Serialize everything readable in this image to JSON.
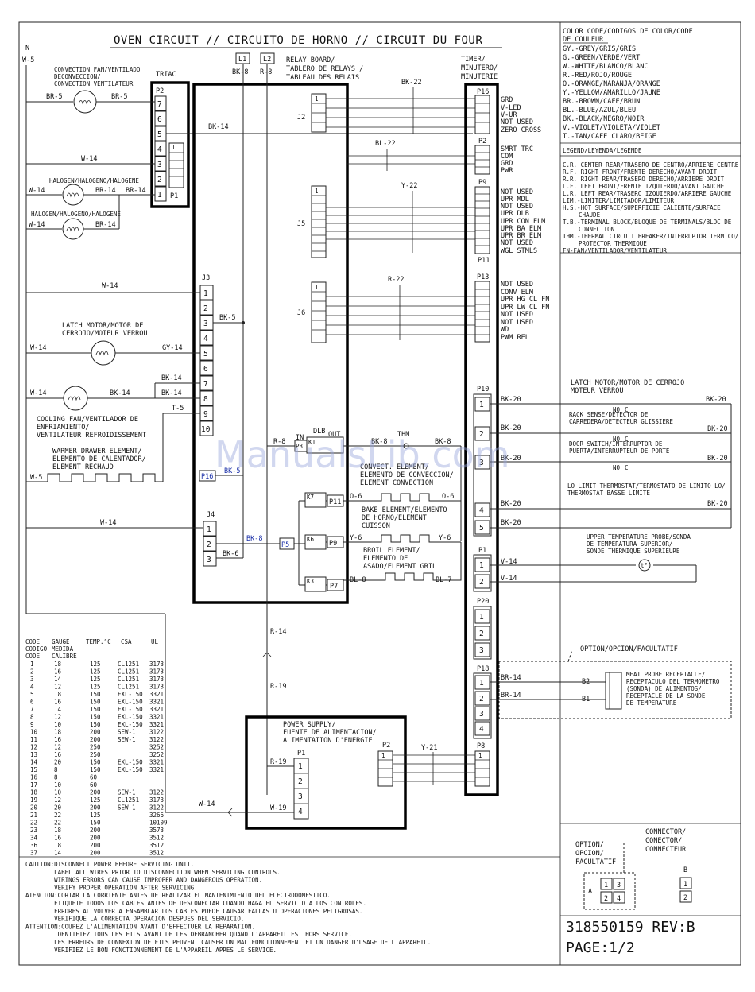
{
  "title": "OVEN CIRCUIT // CIRCUITO DE HORNO // CIRCUIT DU FOUR",
  "left_bus": {
    "n": "N",
    "w5": "W-5"
  },
  "relay_board": {
    "l1": "L1",
    "l2": "L2",
    "bk8": "BK-8",
    "r8": "R-8",
    "label1": "RELAY BOARD/",
    "label2": "TABLERO DE RELAYS /",
    "label3": "TABLEAU DES RELAIS"
  },
  "timer": {
    "label1": "TIMER/",
    "label2": "MINUTERO/",
    "label3": "MINUTERIE"
  },
  "triac": {
    "label": "TRIAC",
    "p2": "P2",
    "p1": "P1",
    "pins": [
      "7",
      "6",
      "5",
      "4",
      "3",
      "2",
      "1"
    ],
    "p1_pin": "1"
  },
  "wires": {
    "br5a": "BR-5",
    "br5b": "BR-5",
    "w14_triac": "W-14",
    "bk14_triac": "BK-14",
    "w14_h1": "W-14",
    "br14_h1": "BR-14",
    "br14_h1b": "BR-14",
    "w14_h2": "W-14",
    "br14_h2": "BR-14",
    "bk22": "BK-22",
    "bl22": "BL-22",
    "y22": "Y-22",
    "r22": "R-22",
    "w14_j3": "W-14",
    "bk5_j3": "BK-5",
    "w14_latch": "W-14",
    "gy14": "GY-14",
    "bk14_fan1": "BK-14",
    "w14_fan": "W-14",
    "bk14_fan2": "BK-14",
    "bk14_fan3": "BK-14",
    "t5": "T-5",
    "w5_warm": "W-5",
    "bk5_p16": "BK-5",
    "w14_j4": "W-14",
    "bk8_j4": "BK-8",
    "bk6": "BK-6",
    "r8_dlb": "R-8",
    "bk8_thm1": "BK-8",
    "bk8_thm2": "BK-8",
    "o6a": "O-6",
    "o6b": "O-6",
    "y6a": "Y-6",
    "y6b": "Y-6",
    "bl8": "BL-8",
    "bl7": "BL-7",
    "r14": "R-14",
    "r19a": "R-19",
    "r19b": "R-19",
    "w19": "W-19",
    "w14_bottom": "W-14",
    "y21": "Y-21"
  },
  "components": {
    "conv_fan": [
      "CONVECTION FAN/VENTILADO",
      "DECONVECCION/",
      "CONVECTION VENTILATEUR"
    ],
    "halogen1": "HALOGEN/HALOGENO/HALOGENE",
    "halogen2": "HALOGEN/HALOGENO/HALOGENE",
    "latch_motor": [
      "LATCH MOTOR/MOTOR DE",
      "CERROJO/MOTEUR VERROU"
    ],
    "cooling_fan": [
      "COOLING FAN/VENTILADOR DE",
      "ENFRIAMIENTO/",
      "VENTILATEUR REFROIDISSEMENT"
    ],
    "warmer": [
      "WARMER DRAWER ELEMENT/",
      "ELEMENTO DE CALENTADOR/",
      "ELEMENT RECHAUD"
    ],
    "conv_elem": [
      "CONVECT. ELEMENT/",
      "ELEMENTO DE CONVECCION/",
      "ELEMENT CONVECTION"
    ],
    "bake_elem": [
      "BAKE ELEMENT/ELEMENTO",
      "DE HORNO/ELEMENT",
      "CUISSON"
    ],
    "broil_elem": [
      "BROIL ELEMENT/",
      "ELEMENTO DE",
      "ASADO/ELEMENT GRIL"
    ],
    "power_supply": [
      "POWER SUPPLY/",
      "FUENTE DE ALIMENTACION/",
      "ALIMENTATION D'ENERGIE"
    ]
  },
  "relay_conn": {
    "j2": "J2",
    "j5": "J5",
    "j6": "J6",
    "j3": "J3",
    "j4": "J4",
    "one": "1",
    "j3_pins": [
      "1",
      "2",
      "3",
      "4",
      "5",
      "6",
      "7",
      "8",
      "9",
      "10"
    ],
    "j4_pins": [
      "1",
      "2",
      "3"
    ],
    "p16": "P16",
    "p5": "P5",
    "p11": "P11",
    "p9": "P9",
    "p7": "P7",
    "dlb": "DLB",
    "in": "IN",
    "out": "OUT",
    "p3": "P3",
    "thm": "THM",
    "k1": "K1",
    "k7": "K7",
    "k6": "K6",
    "k3": "K3"
  },
  "timer_conn": {
    "p16": "P16",
    "p16_labels": [
      "GRD",
      "V-LED",
      "V-UR",
      "NOT USED",
      "ZERO CROSS"
    ],
    "p2": "P2",
    "p2_labels": [
      "SMRT TRC",
      "COM",
      "GRD",
      "PWR"
    ],
    "p9": "P9",
    "p11": "P11",
    "p9_labels": [
      "NOT USED",
      "UPR MDL",
      "NOT USED",
      "UPR DLB",
      "UPR CON ELM",
      "UPR BA ELM",
      "UPR BR ELM",
      "NOT USED",
      "WGL STMLS"
    ],
    "p13": "P13",
    "p13_labels": [
      "NOT USED",
      "CONV ELM",
      "UPR HG CL FN",
      "UPR LW CL FN",
      "NOT USED",
      "NOT USED",
      "WD",
      "PWM REL"
    ],
    "p10": "P10",
    "p10_pins": [
      "1",
      "2",
      "3",
      "4",
      "5"
    ],
    "p1": "P1",
    "p1_pins": [
      "1",
      "2"
    ],
    "p20": "P20",
    "p20_pins": [
      "1",
      "2",
      "3"
    ],
    "p18": "P18",
    "p18_pins": [
      "1",
      "2",
      "3",
      "4"
    ],
    "p8": "P8",
    "one": "1"
  },
  "right_side": {
    "latch": [
      "LATCH MOTOR/MOTOR DE CERROJO",
      "MOTEUR VERROU"
    ],
    "rack": [
      "RACK SENSE/DETECTOR DE",
      "CARREDERA/DETECTEUR GLISSIERE"
    ],
    "door": [
      "DOOR SWITCH/INTERRUPTOR DE",
      "PUERTA/INTERRUPTEUR DE PORTE"
    ],
    "lolimit": [
      "LO LIMIT THERMOSTAT/TERMOSTATO DE LIMITO LO/",
      "THERMOSTAT BASSE LIMITE"
    ],
    "probe": [
      "UPPER TEMPERATURE PROBE/SONDA",
      "DE TEMPERATURA SUPERIOR/",
      "SONDE THERMIQUE SUPERIEURE"
    ],
    "bk20": "BK-20",
    "v14": "V-14",
    "no": "NO",
    "c": "C",
    "t": "t°",
    "option": "OPTION/OPCION/FACULTATIF",
    "meat": [
      "MEAT PROBE RECEPTACLE/",
      "RECEPTACULO DEL TERMOMETRO",
      "(SONDA) DE ALIMENTOS/",
      "RECEPTACLE DE LA SONDE",
      "DE TEMPERATURE"
    ],
    "br14": "BR-14",
    "b2": "B2",
    "b1": "B1"
  },
  "color_codes": {
    "title1": "COLOR CODE/CODIGOS DE COLOR/CODE",
    "title2": "DE COULEUR",
    "items": [
      "GY.-GREY/GRIS/GRIS",
      "G.-GREEN/VERDE/VERT",
      "W.-WHITE/BLANCO/BLANC",
      "R.-RED/ROJO/ROUGE",
      "O.-ORANGE/NARANJA/ORANGE",
      "Y.-YELLOW/AMARILLO/JAUNE",
      "BR.-BROWN/CAFE/BRUN",
      "BL.-BLUE/AZUL/BLEU",
      "BK.-BLACK/NEGRO/NOIR",
      "V.-VIOLET/VIOLETA/VIOLET",
      "T.-TAN/CAFE CLARO/BEIGE"
    ]
  },
  "legend": {
    "title": "LEGEND/LEYENDA/LEGENDE",
    "items": [
      "C.R. CENTER REAR/TRASERO DE CENTRO/ARRIERE CENTRE",
      "R.F. RIGHT FRONT/FRENTE DERECHO/AVANT DROIT",
      "R.R. RIGHT REAR/TRASERO DERECHO/ARRIERE DROIT",
      "L.F. LEFT FRONT/FRENTE IZQUIERDO/AVANT GAUCHE",
      "L.R. LEFT REAR/TRASERO IZQUIERDO/ARRIERE GAUCHE",
      "LIM.-LIMITER/LIMITADOR/LIMITEUR",
      "H.S.-HOT SURFACE/SUPERFICIE CALIENTE/SURFACE",
      "CHAUDE",
      "T.B.-TERMINAL BLOCK/BLOQUE DE TERMINALS/BLOC DE",
      "CONNECTION",
      "THM.-THERMAL CIRCUIT BREAKER/INTERRUPTOR TERMICO/",
      "PROTECTOR THERMIQUE",
      "FN-FAN/VENTILADOR/VENTILATEUR"
    ]
  },
  "gauge_table": {
    "headers": [
      "CODE",
      "GAUGE",
      "TEMP.°C",
      "CSA",
      "UL"
    ],
    "subheaders": [
      [
        "CODIGO",
        "MEDIDA"
      ],
      [
        "CODE",
        "CALIBRE"
      ]
    ],
    "rows": [
      [
        "1",
        "18",
        "125",
        "CL1251",
        "3173"
      ],
      [
        "2",
        "16",
        "125",
        "CL1251",
        "3173"
      ],
      [
        "3",
        "14",
        "125",
        "CL1251",
        "3173"
      ],
      [
        "4",
        "12",
        "125",
        "CL1251",
        "3173"
      ],
      [
        "5",
        "18",
        "150",
        "EXL-150",
        "3321"
      ],
      [
        "6",
        "16",
        "150",
        "EXL-150",
        "3321"
      ],
      [
        "7",
        "14",
        "150",
        "EXL-150",
        "3321"
      ],
      [
        "8",
        "12",
        "150",
        "EXL-150",
        "3321"
      ],
      [
        "9",
        "10",
        "150",
        "EXL-150",
        "3321"
      ],
      [
        "10",
        "18",
        "200",
        "SEW-1",
        "3122"
      ],
      [
        "11",
        "16",
        "200",
        "SEW-1",
        "3122"
      ],
      [
        "12",
        "12",
        "250",
        "",
        "3252"
      ],
      [
        "13",
        "16",
        "250",
        "",
        "3252"
      ],
      [
        "14",
        "20",
        "150",
        "EXL-150",
        "3321"
      ],
      [
        "15",
        "8",
        "150",
        "EXL-150",
        "3321"
      ],
      [
        "16",
        "8",
        "60",
        "",
        ""
      ],
      [
        "17",
        "10",
        "60",
        "",
        ""
      ],
      [
        "18",
        "10",
        "200",
        "SEW-1",
        "3122"
      ],
      [
        "19",
        "12",
        "125",
        "CL1251",
        "3173"
      ],
      [
        "20",
        "20",
        "200",
        "SEW-1",
        "3122"
      ],
      [
        "21",
        "22",
        "125",
        "",
        "3266"
      ],
      [
        "22",
        "22",
        "150",
        "",
        "10109"
      ],
      [
        "23",
        "18",
        "200",
        "",
        "3573"
      ],
      [
        "34",
        "16",
        "200",
        "",
        "3512"
      ],
      [
        "36",
        "18",
        "200",
        "",
        "3512"
      ],
      [
        "37",
        "14",
        "200",
        "",
        "3512"
      ]
    ]
  },
  "caution": {
    "lines": [
      "CAUTION:DISCONNECT POWER BEFORE SERVICING UNIT.",
      "        LABEL ALL WIRES PRIOR TO DISCONNECTION WHEN SERVICING CONTROLS.",
      "        WIRINGS ERRORS CAN CAUSE IMPROPER AND DANGEROUS OPERATION.",
      "        VERIFY PROPER OPERATION AFTER SERVICING.",
      "ATENCION:CORTAR LA CORRIENTE ANTES DE REALIZAR EL MANTENIMIENTO DEL ELECTRODOMESTICO.",
      "        ETIQUETE TODOS LOS CABLES ANTES DE DESCONECTAR CUANDO HAGA EL SERVICIO A LOS CONTROLES.",
      "        ERRORES AL VOLVER A ENSAMBLAR LOS CABLES PUEDE CAUSAR FALLAS U OPERACIONES PELIGROSAS.",
      "        VERIFIQUE LA CORRECTA OPERACION DESPUES DEL SERVICIO.",
      "ATTENTION:COUPEZ L'ALIMENTATION AVANT D'EFFECTUER LA REPARATION.",
      "        IDENTIFIEZ TOUS LES FILS AVANT DE LES DEBRANCHER QUAND L'APPAREIL EST HORS SERVICE.",
      "        LES ERREURS DE CONNEXION DE FILS PEUVENT CAUSER UN MAL FONCTIONNEMENT ET UN DANGER D'USAGE DE L'APPAREIL.",
      "        VERIFIEZ LE BON FONCTIONNEMENT DE L'APPAREIL APRES LE SERVICE."
    ]
  },
  "connector_key": {
    "title": [
      "CONNECTOR/",
      "CONECTOR/",
      "CONNECTEUR"
    ],
    "option": [
      "OPTION/",
      "OPCION/",
      "FACULTATIF"
    ],
    "a": "A",
    "b": "B",
    "a_pins": [
      "1",
      "3",
      "2",
      "4"
    ],
    "b_pins": [
      "1",
      "2"
    ]
  },
  "footer": {
    "part": "318550159 REV:B",
    "page": "PAGE:1/2"
  },
  "watermark": "ManualsLib.com"
}
